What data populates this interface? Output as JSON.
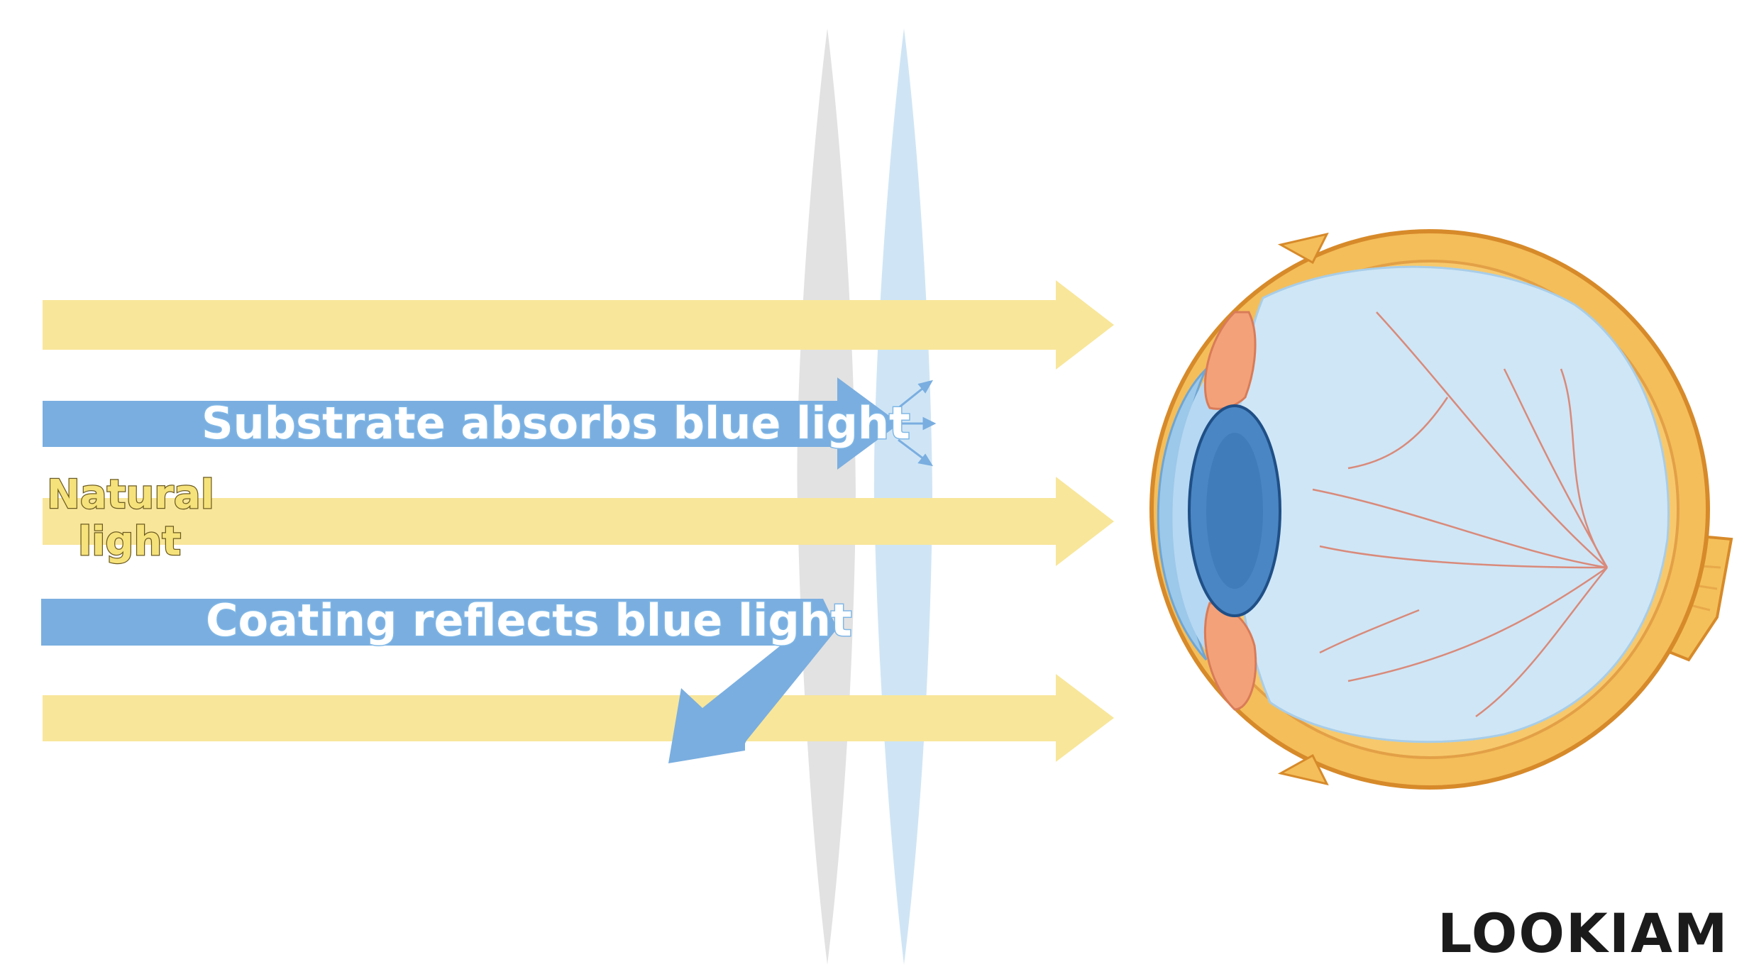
{
  "labels": {
    "absorb": "Substrate absorbs blue light",
    "reflect": "Coating reflects blue light",
    "natural_line1": "Natural",
    "natural_line2": "light"
  },
  "brand": "LOOKIAM",
  "colors": {
    "yellow_ray": "#f8e69a",
    "blue_ray": "#7aaee0",
    "grey_lens": "#e3e3e3",
    "blue_lens": "#cfe5f5",
    "eye_outer": "#f1b24f",
    "eye_inner": "#cfe6f6"
  },
  "icons": [
    "eye-icon",
    "brand-logo-icon"
  ]
}
